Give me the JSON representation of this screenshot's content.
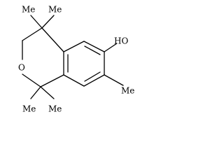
{
  "molecule": {
    "atoms": [
      {
        "id": "O1",
        "text": "O"
      },
      {
        "id": "OH",
        "text": "HO"
      },
      {
        "id": "me1",
        "text": "Me"
      },
      {
        "id": "me2",
        "text": "Me"
      },
      {
        "id": "me3",
        "text": "Me"
      },
      {
        "id": "me4",
        "text": "Me"
      },
      {
        "id": "me5",
        "text": "Me"
      }
    ],
    "colors": {
      "bond": "#000000",
      "label": "#000000",
      "background": "#ffffff"
    }
  }
}
